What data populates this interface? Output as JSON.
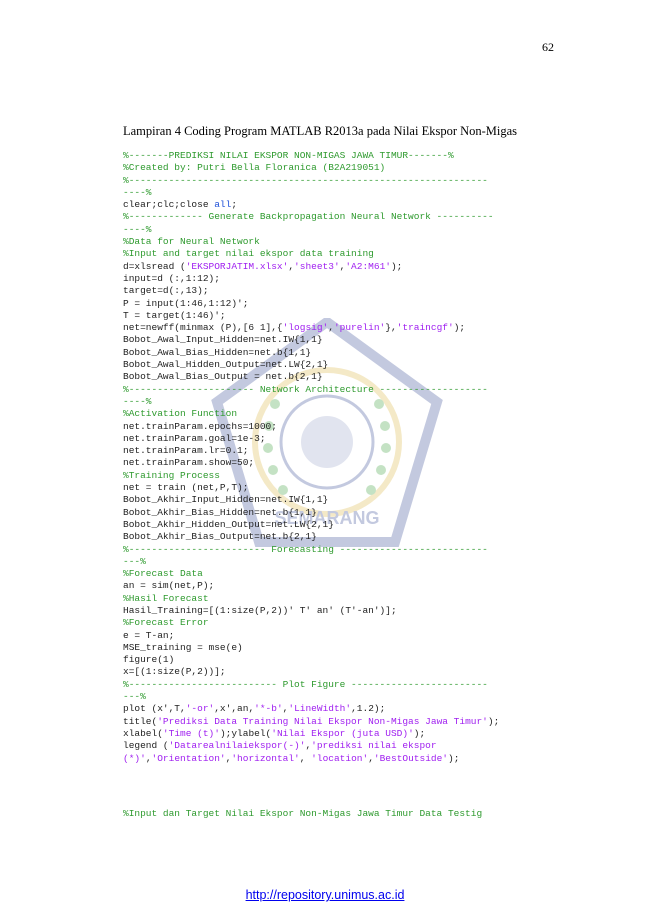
{
  "page": {
    "number": "62",
    "heading": "Lampiran 4 Coding Program MATLAB R2013a pada Nilai Ekspor Non-Migas",
    "watermark_text": "SEMARANG",
    "footer_link": "http://repository.unimus.ac.id"
  },
  "code_lines": [
    [
      {
        "t": "%-------PREDIKSI NILAI EKSPOR NON-MIGAS JAWA TIMUR-------%",
        "c": "c"
      }
    ],
    [
      {
        "t": "%Created by: Putri Bella Floranica (B2A219051)",
        "c": "c"
      }
    ],
    [
      {
        "t": "%---------------------------------------------------------------",
        "c": "c"
      }
    ],
    [
      {
        "t": "----%",
        "c": "c"
      }
    ],
    [
      {
        "t": "clear;clc;close ",
        "c": ""
      },
      {
        "t": "all",
        "c": "k"
      },
      {
        "t": ";",
        "c": ""
      }
    ],
    [
      {
        "t": "%------------- Generate Backpropagation Neural Network ----------",
        "c": "c"
      }
    ],
    [
      {
        "t": "----%",
        "c": "c"
      }
    ],
    [
      {
        "t": "%Data for Neural Network",
        "c": "c"
      }
    ],
    [
      {
        "t": "%Input and target nilai ekspor data training",
        "c": "c"
      }
    ],
    [
      {
        "t": "d=xlsread (",
        "c": ""
      },
      {
        "t": "'EKSPORJATIM.xlsx'",
        "c": "s"
      },
      {
        "t": ",",
        "c": ""
      },
      {
        "t": "'sheet3'",
        "c": "s"
      },
      {
        "t": ",",
        "c": ""
      },
      {
        "t": "'A2:M61'",
        "c": "s"
      },
      {
        "t": ");",
        "c": ""
      }
    ],
    [
      {
        "t": "input=d (:,1:12);",
        "c": ""
      }
    ],
    [
      {
        "t": "target=d(:,13);",
        "c": ""
      }
    ],
    [
      {
        "t": "P = input(1:46,1:12)';",
        "c": ""
      }
    ],
    [
      {
        "t": "T = target(1:46)';",
        "c": ""
      }
    ],
    [
      {
        "t": "net=newff(minmax (P),[6 1],{",
        "c": ""
      },
      {
        "t": "'logsig'",
        "c": "s"
      },
      {
        "t": ",",
        "c": ""
      },
      {
        "t": "'purelin'",
        "c": "s"
      },
      {
        "t": "},",
        "c": ""
      },
      {
        "t": "'traincgf'",
        "c": "s"
      },
      {
        "t": ");",
        "c": ""
      }
    ],
    [
      {
        "t": "Bobot_Awal_Input_Hidden=net.IW{1,1}",
        "c": ""
      }
    ],
    [
      {
        "t": "Bobot_Awal_Bias_Hidden=net.b{1,1}",
        "c": ""
      }
    ],
    [
      {
        "t": "Bobot_Awal_Hidden_Output=net.LW{2,1}",
        "c": ""
      }
    ],
    [
      {
        "t": "Bobot_Awal_Bias_Output = net.b{2,1}",
        "c": ""
      }
    ],
    [
      {
        "t": "%---------------------- Network Architecture -------------------",
        "c": "c"
      }
    ],
    [
      {
        "t": "----%",
        "c": "c"
      }
    ],
    [
      {
        "t": "%Activation Function",
        "c": "c"
      }
    ],
    [
      {
        "t": "net.trainParam.epochs=1000;",
        "c": ""
      }
    ],
    [
      {
        "t": "net.trainParam.goal=1e-3;",
        "c": ""
      }
    ],
    [
      {
        "t": "net.trainParam.lr=0.1;",
        "c": ""
      }
    ],
    [
      {
        "t": "net.trainParam.show=50;",
        "c": ""
      }
    ],
    [
      {
        "t": "%Training Process",
        "c": "c"
      }
    ],
    [
      {
        "t": "net = train (net,P,T);",
        "c": ""
      }
    ],
    [
      {
        "t": "Bobot_Akhir_Input_Hidden=net.IW{1,1}",
        "c": ""
      }
    ],
    [
      {
        "t": "Bobot_Akhir_Bias_Hidden=net.b{1,1}",
        "c": ""
      }
    ],
    [
      {
        "t": "Bobot_Akhir_Hidden_Output=net.LW{2,1}",
        "c": ""
      }
    ],
    [
      {
        "t": "Bobot_Akhir_Bias_Output=net.b{2,1}",
        "c": ""
      }
    ],
    [
      {
        "t": "%------------------------ Forecasting --------------------------",
        "c": "c"
      }
    ],
    [
      {
        "t": "---%",
        "c": "c"
      }
    ],
    [
      {
        "t": "%Forecast Data",
        "c": "c"
      }
    ],
    [
      {
        "t": "an = sim(net,P);",
        "c": ""
      }
    ],
    [
      {
        "t": "%Hasil Forecast",
        "c": "c"
      }
    ],
    [
      {
        "t": "Hasil_Training=[(1:size(P,2))' T' an' (T'-an')];",
        "c": ""
      }
    ],
    [
      {
        "t": "%Forecast Error",
        "c": "c"
      }
    ],
    [
      {
        "t": "e = T-an;",
        "c": ""
      }
    ],
    [
      {
        "t": "MSE_training = mse(e)",
        "c": ""
      }
    ],
    [
      {
        "t": "figure(1)",
        "c": ""
      }
    ],
    [
      {
        "t": "x=[(1:size(P,2))];",
        "c": ""
      }
    ],
    [
      {
        "t": "%-------------------------- Plot Figure ------------------------",
        "c": "c"
      }
    ],
    [
      {
        "t": "---%",
        "c": "c"
      }
    ],
    [
      {
        "t": "plot (x',T,",
        "c": ""
      },
      {
        "t": "'-or'",
        "c": "s"
      },
      {
        "t": ",x',an,",
        "c": ""
      },
      {
        "t": "'*-b'",
        "c": "s"
      },
      {
        "t": ",",
        "c": ""
      },
      {
        "t": "'LineWidth'",
        "c": "s"
      },
      {
        "t": ",1.2);",
        "c": ""
      }
    ],
    [
      {
        "t": "title(",
        "c": ""
      },
      {
        "t": "'Prediksi Data Training Nilai Ekspor Non-Migas Jawa Timur'",
        "c": "s"
      },
      {
        "t": ");",
        "c": ""
      }
    ],
    [
      {
        "t": "xlabel(",
        "c": ""
      },
      {
        "t": "'Time (t)'",
        "c": "s"
      },
      {
        "t": ");ylabel(",
        "c": ""
      },
      {
        "t": "'Nilai Ekspor (juta USD)'",
        "c": "s"
      },
      {
        "t": ");",
        "c": ""
      }
    ],
    [
      {
        "t": "legend (",
        "c": ""
      },
      {
        "t": "'Datarealnilaiekspor(-)'",
        "c": "s"
      },
      {
        "t": ",",
        "c": ""
      },
      {
        "t": "'prediksi nilai ekspor",
        "c": "s"
      }
    ],
    [
      {
        "t": "(*)'",
        "c": "s"
      },
      {
        "t": ",",
        "c": ""
      },
      {
        "t": "'Orientation'",
        "c": "s"
      },
      {
        "t": ",",
        "c": ""
      },
      {
        "t": "'horizontal'",
        "c": "s"
      },
      {
        "t": ", ",
        "c": ""
      },
      {
        "t": "'location'",
        "c": "s"
      },
      {
        "t": ",",
        "c": ""
      },
      {
        "t": "'BestOutside'",
        "c": "s"
      },
      {
        "t": ");",
        "c": ""
      }
    ]
  ],
  "code_trailer": "%Input dan Target Nilai Ekspor Non-Migas Jawa Timur Data Testig",
  "colors": {
    "comment": "#2e9a2e",
    "string": "#a020f0",
    "keyword": "#1d4fd8",
    "watermark": "#2a3f8f"
  }
}
